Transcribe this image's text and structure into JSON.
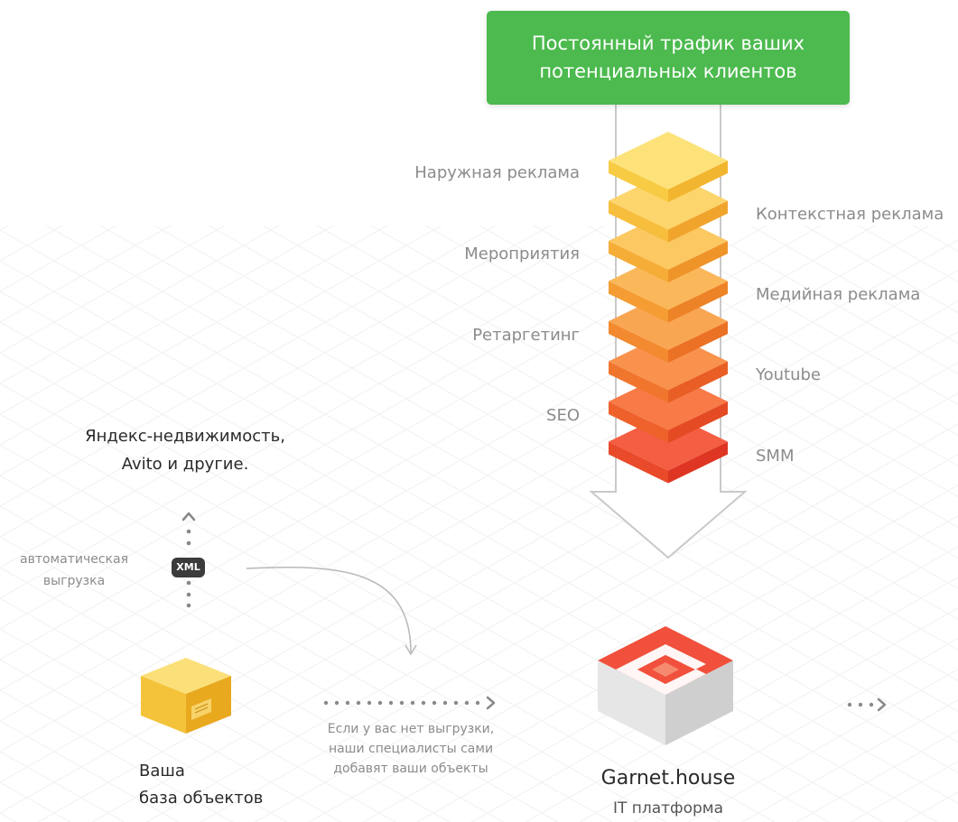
{
  "header": {
    "line1": "Постоянный трафик ваших",
    "line2": "потенциальных клиентов",
    "color": "#4cba4e"
  },
  "channels": {
    "left": [
      "Наружная реклама",
      "Мероприятия",
      "Ретаргетинг",
      "SEO"
    ],
    "right": [
      "Контекстная реклама",
      "Медийная реклама",
      "Youtube",
      "SMM"
    ]
  },
  "export": {
    "heading_line1": "Яндекс-недвижимость,",
    "heading_line2": "Avito и другие.",
    "auto_line1": "автоматическая",
    "auto_line2": "выгрузка",
    "xml_badge": "XML"
  },
  "base": {
    "line1": "Ваша",
    "line2": "база объектов"
  },
  "note": {
    "line1": "Если у вас нет выгрузки,",
    "line2": "наши специалисты сами",
    "line3": "добавят ваши объекты"
  },
  "platform": {
    "name": "Garnet.house",
    "subtitle": "IT платформа",
    "color": "#f0503c"
  },
  "icons": [
    "box-icon",
    "garnet-logo-icon",
    "arrow-down-icon",
    "dotted-arrow-icon"
  ]
}
